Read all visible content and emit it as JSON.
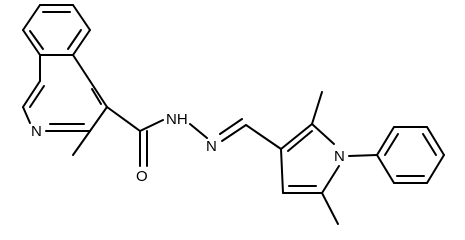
{
  "molecule": {
    "atoms": {
      "quinoline_n": "N",
      "amide_o": "O",
      "hydrazide_nh": "N",
      "hydrazide_h": "H",
      "imine_n": "N",
      "pyrrole_n": "N"
    }
  },
  "colors": {
    "bond": "#000000",
    "label": "#000000",
    "background": "#ffffff"
  }
}
